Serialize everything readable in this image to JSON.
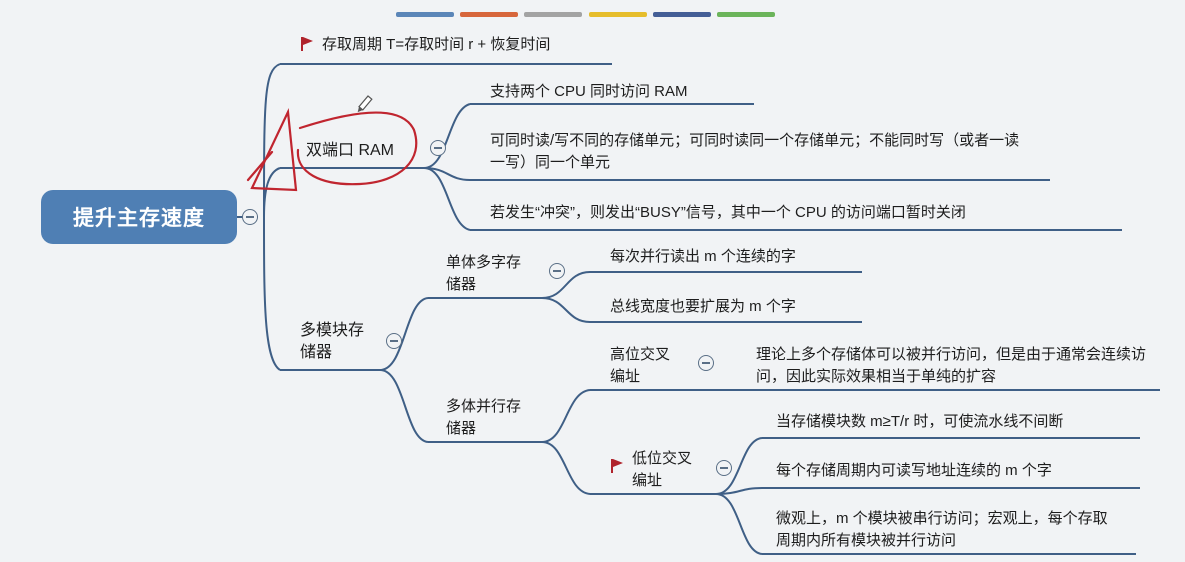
{
  "legend_colors": [
    "#5b86b8",
    "#d7663b",
    "#a3a3a3",
    "#e6bd2b",
    "#445e96",
    "#6bb45a"
  ],
  "line_color": "#3f5f86",
  "root": {
    "label": "提升主存速度",
    "color": "#4f7fb4"
  },
  "nodes": {
    "access_cycle": "存取周期 T=存取时间 r + 恢复时间",
    "dual_port": "双端口 RAM",
    "dual_port_1": "支持两个 CPU 同时访问 RAM",
    "dual_port_2": "可同时读/写不同的存储单元；可同时读同一个存储单元；不能同时写（或者一读一写）同一个单元",
    "dual_port_3": "若发生“冲突”，则发出“BUSY”信号，其中一个 CPU 的访问端口暂时关闭",
    "multi_module": "多模块存储器",
    "single_multi_word": "单体多字存储器",
    "single_1": "每次并行读出 m 个连续的字",
    "single_2": "总线宽度也要扩展为 m 个字",
    "multi_parallel": "多体并行存储器",
    "high_interleave": "高位交叉编址",
    "high_1": "理论上多个存储体可以被并行访问，但是由于通常会连续访问，因此实际效果相当于单纯的扩容",
    "low_interleave": "低位交叉编址",
    "low_1": "当存储模块数 m≥T/r 时，可使流水线不间断",
    "low_2": "每个存储周期内可读写地址连续的 m 个字",
    "low_3": "微观上，m 个模块被串行访问；宏观上，每个存取周期内所有模块被并行访问"
  }
}
